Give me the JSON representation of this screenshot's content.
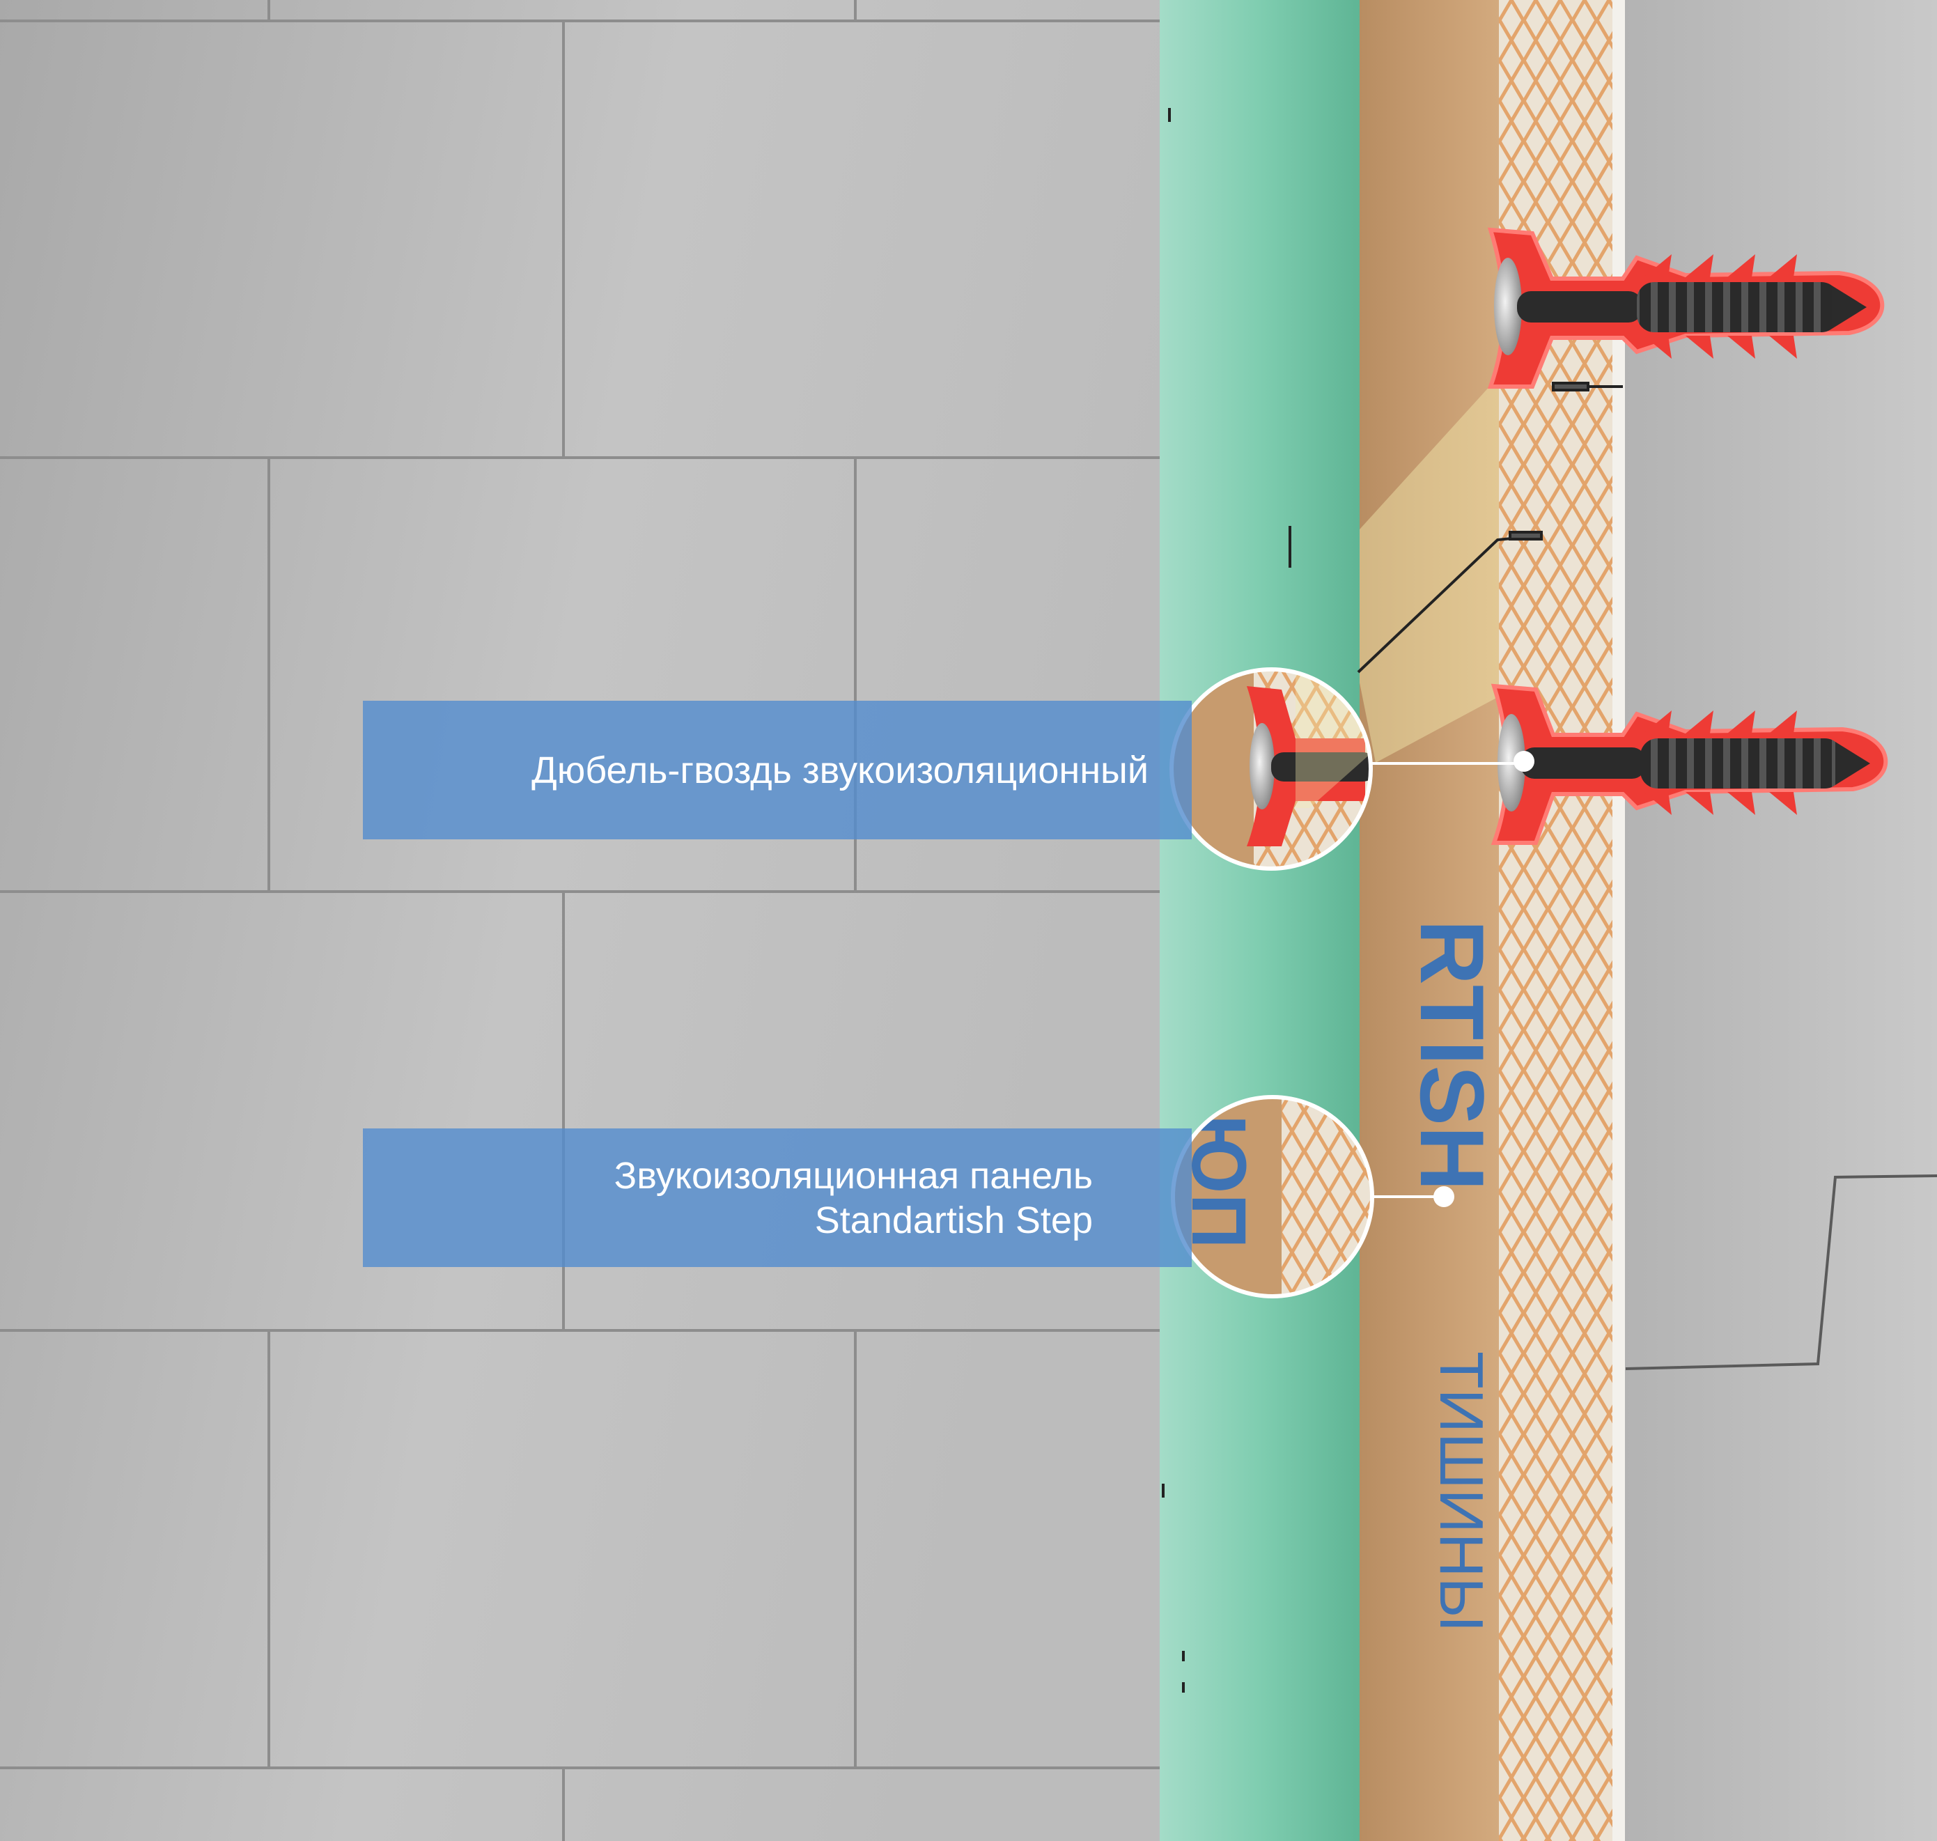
{
  "labels": {
    "dowel_nail": "Дюбель-гвоздь звукоизоляционный",
    "panel_line1": "Звукоизоляционная панель",
    "panel_line2": "Standartish Step"
  },
  "panel_print": {
    "brand": "RTISH",
    "slogan": "ТИШИНЫ",
    "fragment": "ЮП"
  },
  "colors": {
    "concrete_wall": "#b9b9b9",
    "tile_joint": "#8a8a8a",
    "green_board": "#7fcdb0",
    "kraft_layer": "#c99e72",
    "honeycomb_layer": "#e6c7a2",
    "white_layer": "#f1efea",
    "dowel_red": "#ee3b35",
    "screw_black": "#222222",
    "callout_blue": "#528cce",
    "print_blue": "#3e73b4"
  }
}
